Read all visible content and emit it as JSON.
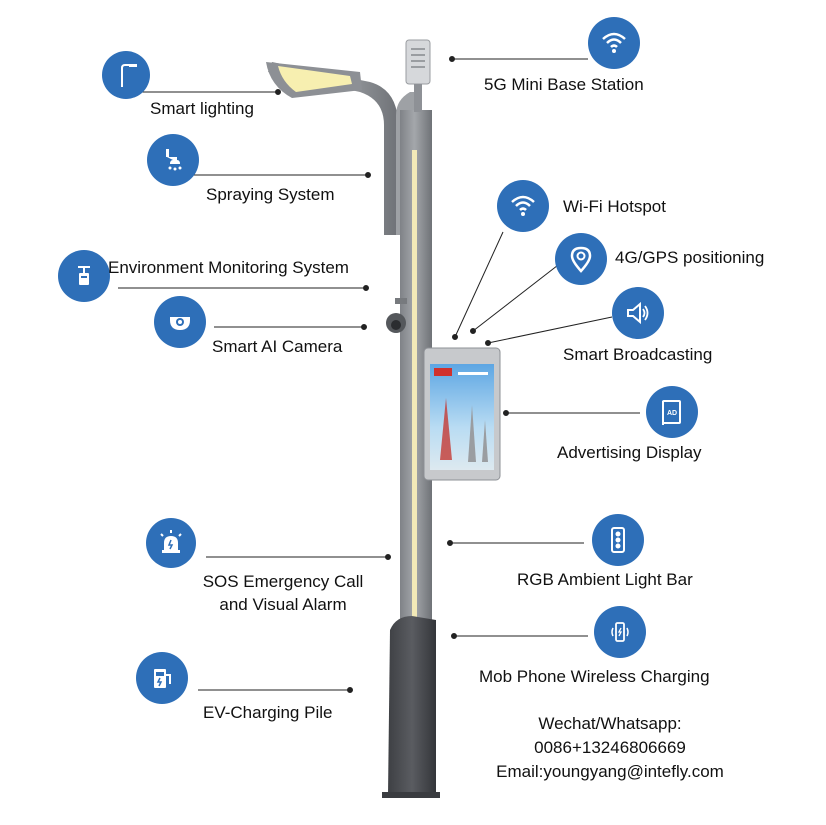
{
  "features": {
    "smart_lighting": "Smart lighting",
    "spraying_system": "Spraying System",
    "environment_monitoring": "Environment Monitoring System",
    "smart_ai_camera": "Smart AI Camera",
    "sos_line1": "SOS Emergency Call",
    "sos_line2": "and Visual Alarm",
    "ev_charging": "EV-Charging Pile",
    "base_station": "5G Mini Base Station",
    "wifi_hotspot": "Wi-Fi Hotspot",
    "gps_positioning": "4G/GPS positioning",
    "smart_broadcasting": "Smart Broadcasting",
    "advertising_display": "Advertising Display",
    "rgb_light_bar": "RGB Ambient Light Bar",
    "wireless_charging": "Mob Phone Wireless Charging"
  },
  "contact": {
    "wechat_label": "Wechat/Whatsapp:",
    "phone": "0086+13246806669",
    "email": "Email:youngyang@intefly.com"
  },
  "ad_icon_text": "AD",
  "colors": {
    "icon_blue": "#2e6fb8",
    "pole_gray": "#8e9196",
    "base_dark": "#4a4c50"
  }
}
